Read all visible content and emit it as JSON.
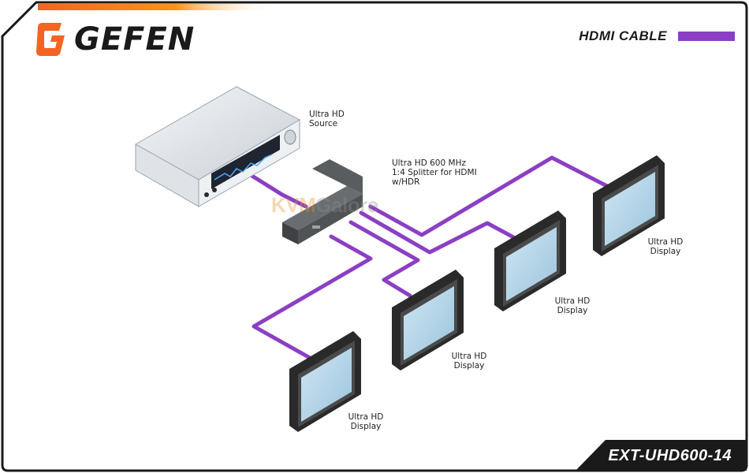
{
  "brand": {
    "logo_text": "GEFEN",
    "logo_color": "#f26522"
  },
  "legend": {
    "label": "HDMI CABLE",
    "cable_color": "#8b3fc4"
  },
  "model": "EXT-UHD600-14",
  "watermark": {
    "part1": "KVM",
    "part2": "Galore"
  },
  "nodes": {
    "source": {
      "line1": "Ultra HD",
      "line2": "Source"
    },
    "splitter": {
      "line1": "Ultra HD 600 MHz",
      "line2": "1:4 Splitter for HDMI",
      "line3": "w/HDR"
    },
    "display1": {
      "line1": "Ultra HD",
      "line2": "Display"
    },
    "display2": {
      "line1": "Ultra HD",
      "line2": "Display"
    },
    "display3": {
      "line1": "Ultra HD",
      "line2": "Display"
    },
    "display4": {
      "line1": "Ultra HD",
      "line2": "Display"
    }
  },
  "colors": {
    "frame": "#1a1a1a",
    "accent": "#f26522",
    "screen": "#b7d7ea"
  }
}
